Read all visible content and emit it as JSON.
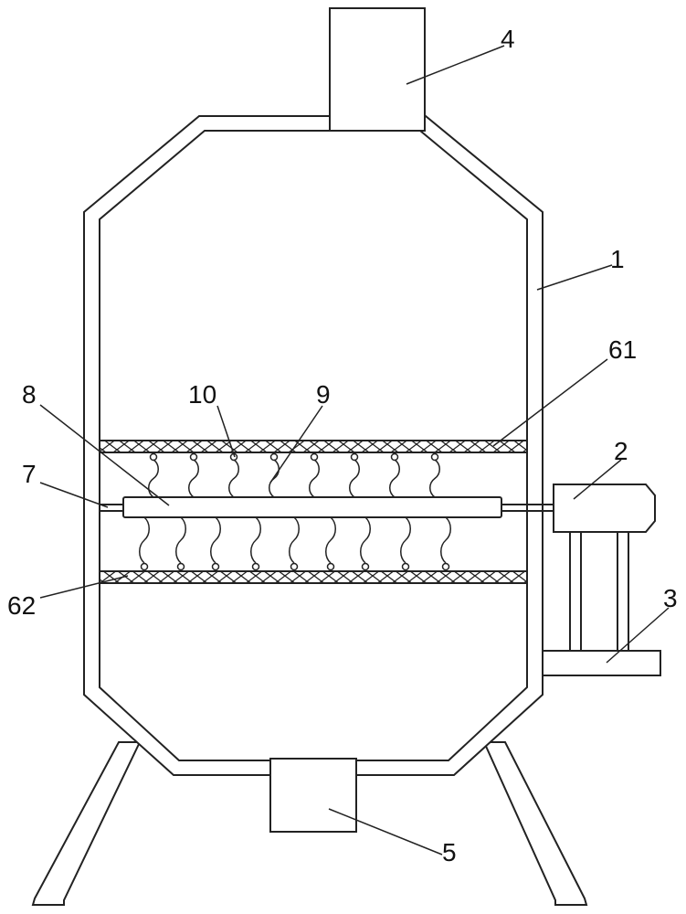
{
  "labels": {
    "vessel": "1",
    "motor": "2",
    "bracket": "3",
    "inlet": "4",
    "outlet": "5",
    "upper_screen": "61",
    "lower_screen": "62",
    "shaft": "7",
    "roller": "8",
    "spring": "9",
    "hook": "10"
  }
}
